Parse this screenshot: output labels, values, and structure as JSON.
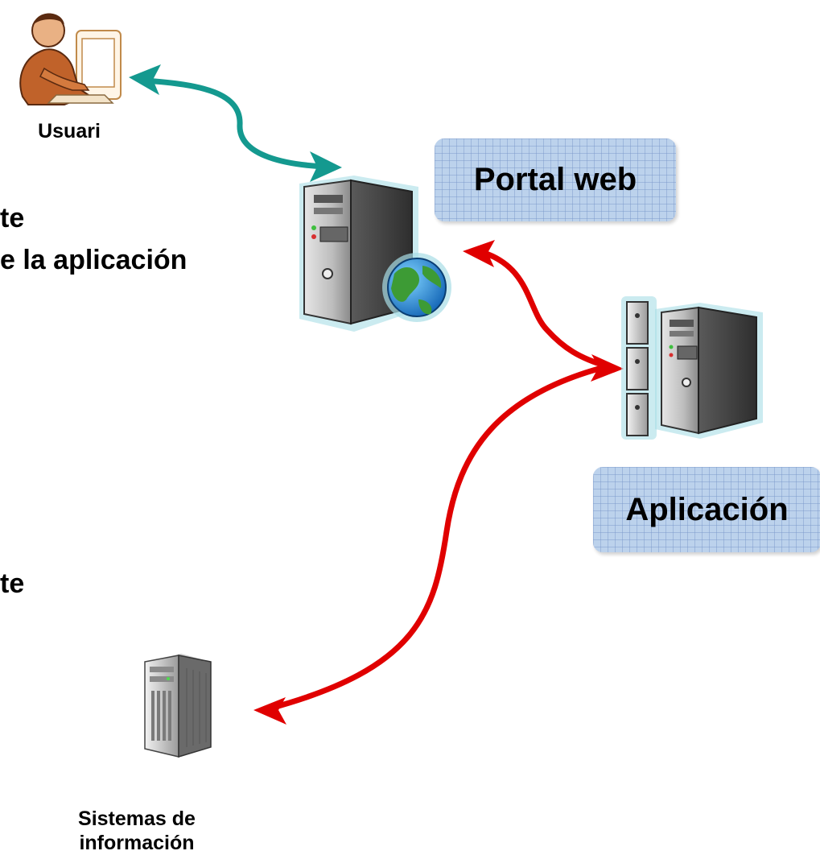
{
  "nodes": {
    "user": {
      "label": "Usuari"
    },
    "portal": {
      "label": "Portal web"
    },
    "application": {
      "label": "Aplicación"
    },
    "info_systems": {
      "label_line1": "Sistemas de",
      "label_line2": "información"
    }
  },
  "side_text": {
    "line1": "te",
    "line2": "e la aplicación",
    "line3": "te"
  },
  "colors": {
    "user_link": "#14998f",
    "app_links": "#e00000",
    "box_fill": "#bcd2ec"
  }
}
